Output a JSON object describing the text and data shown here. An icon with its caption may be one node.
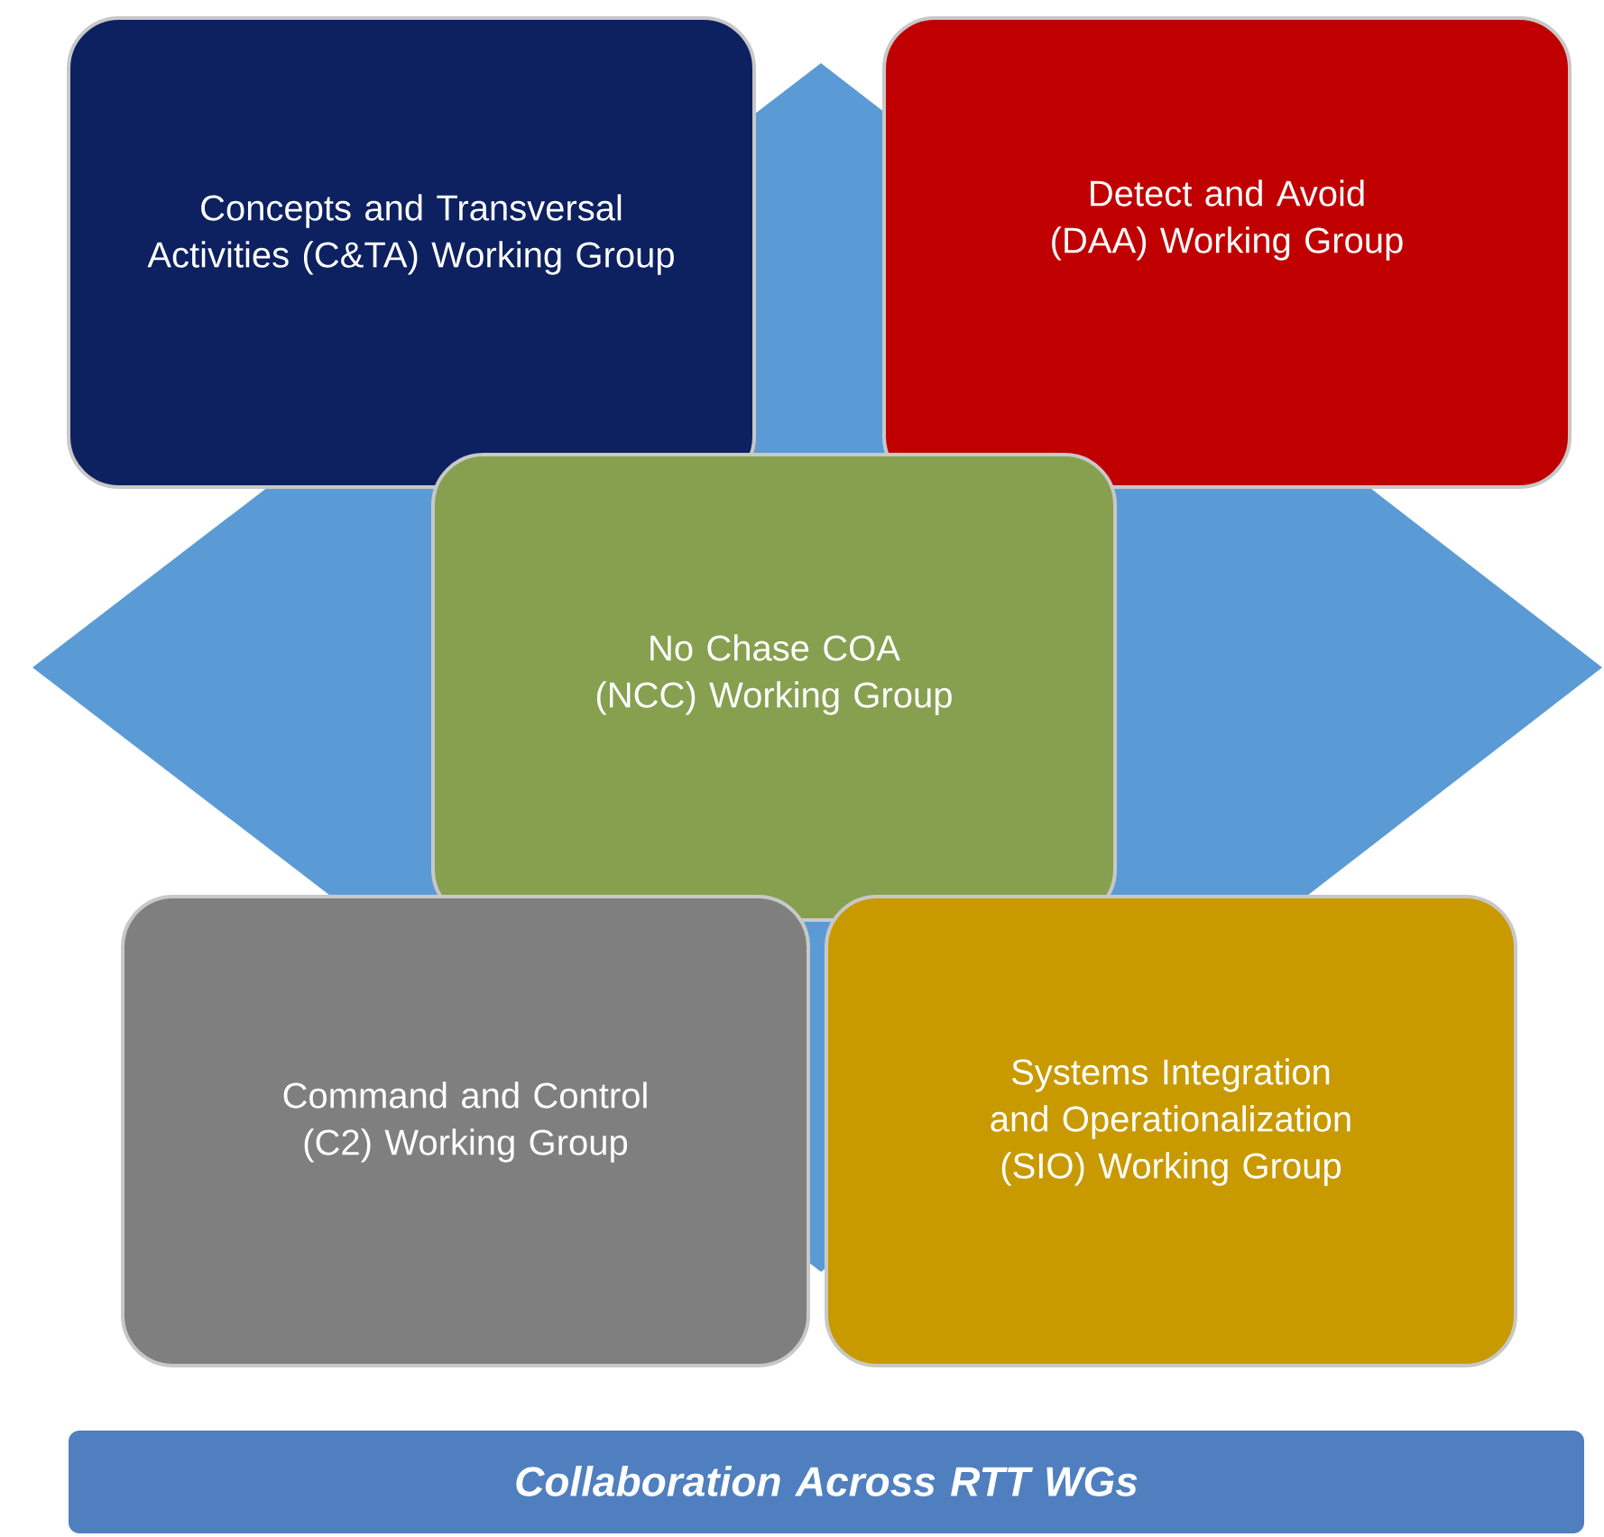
{
  "diagram": {
    "nodes": [
      {
        "text": [
          "Concepts and Transversal Activities (C&TA) Working Group"
        ]
      },
      {
        "text": [
          "Detect and Avoid (DAA) Working Group"
        ]
      },
      {
        "text": [
          "No Chase COA (NCC) Working Group"
        ]
      },
      {
        "text": [
          "Command and Control (C2) Working Group"
        ]
      },
      {
        "text": [
          "Systems Integration and Operationalization (SIO) Working Group"
        ]
      },
      {
        "text": [
          "Collaboration Across RTT WGs"
        ]
      }
    ]
  }
}
